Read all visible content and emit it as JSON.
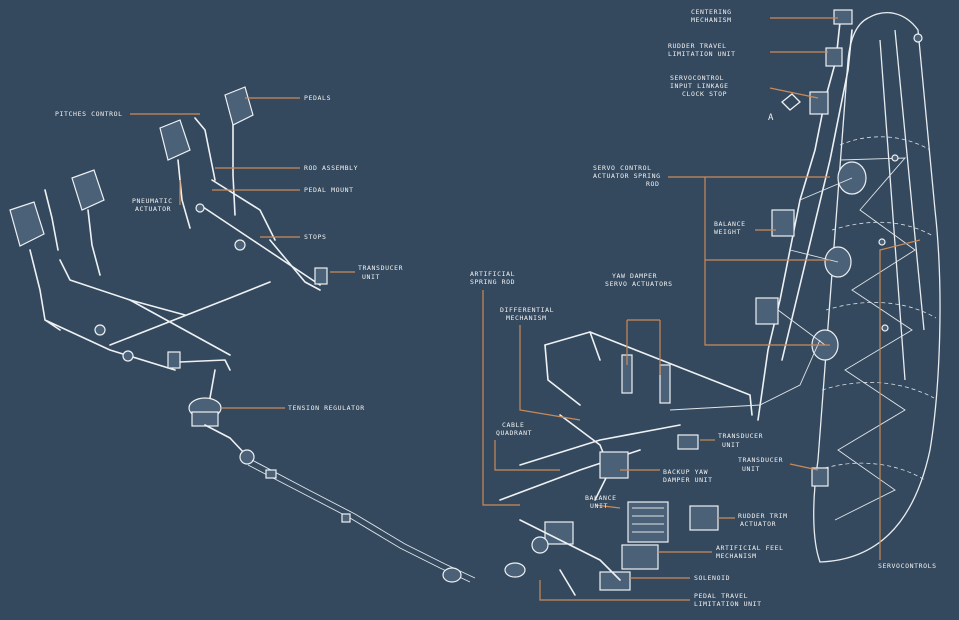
{
  "labels": {
    "castering_mechanism": [
      "CENTERING",
      "MECHANISM"
    ],
    "rudder_travel_limitation": [
      "RUDDER TRAVEL",
      "LIMITATION UNIT"
    ],
    "servocontrol_input_linkage": [
      "SERVOCONTROL",
      "INPUT LINKAGE",
      "CLOCK STOP"
    ],
    "view_marker": "A",
    "pitches_control": "PITCHES CONTROL",
    "pedals": "PEDALS",
    "rod_assembly": "ROD ASSEMBLY",
    "pedal_mount": "PEDAL MOUNT",
    "pneumatic_actuator": [
      "PNEUMATIC",
      "ACTUATOR"
    ],
    "stops": "STOPS",
    "transducer_unit_left": [
      "TRANSDUCER",
      "UNIT"
    ],
    "servo_control_actuator": [
      "SERVO CONTROL",
      "ACTUATOR SPRING",
      "ROD"
    ],
    "balance_weight": [
      "BALANCE",
      "WEIGHT"
    ],
    "artificial_spring_rod": [
      "ARTIFICIAL",
      "SPRING ROD"
    ],
    "yaw_damper": [
      "YAW DAMPER",
      "SERVO ACTUATORS"
    ],
    "differential_mechanism": [
      "DIFFERENTIAL",
      "MECHANISM"
    ],
    "tension_regulator": "TENSION REGULATOR",
    "cable_quadrant": [
      "CABLE",
      "QUADRANT"
    ],
    "transducer_unit_mid": [
      "TRANSDUCER",
      "UNIT"
    ],
    "backup_yaw_damper": [
      "BACKUP YAW",
      "DAMPER UNIT"
    ],
    "transducer_unit_right": [
      "TRANSDUCER",
      "UNIT"
    ],
    "rudder_trim_actuator": [
      "RUDDER TRIM",
      "ACTUATOR"
    ],
    "balance_unit": [
      "BALANCE",
      "UNIT"
    ],
    "artificial_feel_mechanism": [
      "ARTIFICIAL FEEL",
      "MECHANISM"
    ],
    "solenoid": "SOLENOID",
    "pedal_travel_limitation": [
      "PEDAL TRAVEL",
      "LIMITATION UNIT"
    ],
    "servocontrols": "SERVOCONTROLS"
  }
}
